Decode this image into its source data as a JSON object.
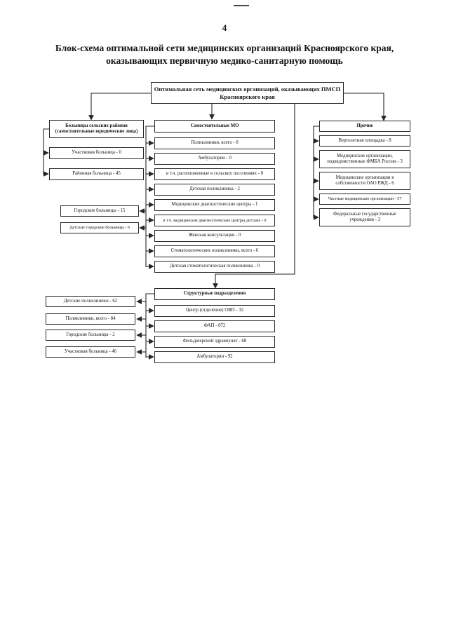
{
  "page": {
    "number": "4",
    "title_line1": "Блок-схема оптимальной сети медицинских организаций Красноярского края,",
    "title_line2": "оказывающих первичную медико-санитарную помощь"
  },
  "root": {
    "line1": "Оптимальная сеть медицинских организаций, оказывающих ПМСП",
    "line2": "Красноярского края"
  },
  "rural": {
    "header": "Больницы сельских районов (самостоятельные юридические лица)",
    "items": [
      "Участковая больница - 0",
      "Районная больница - 45"
    ]
  },
  "city": {
    "items": [
      "Городские больницы - 15",
      "Детские городские больницы - 6"
    ]
  },
  "independent": {
    "header": "Самостоятельные МО",
    "items": [
      "Поликлиники, всего - 8",
      "Амбулатории - 0",
      "в т.ч. расположенные в сельских поселениях - 0",
      "Детская поликлиника - 2",
      "Медицинские диагностические центры - 1",
      "в т.ч. медицинские диагностические центры детские - 0",
      "Женская консультация - 0",
      "Стоматологические поликлиники, всего - 6",
      "Детская стоматологическая поликлиника - 0"
    ]
  },
  "other": {
    "header": "Прочие",
    "items": [
      "Вертолетная площадка - 8",
      "Медицинские организации, подведомственные ФМБА России - 3",
      "Медицинские организации в собственности ОАО РЖД - 6",
      "Частные медицинские организации - 57",
      "Федеральные государственные учреждения - 3"
    ]
  },
  "structural": {
    "header": "Структурные подразделения",
    "items": [
      "Центр (отделение) ОВП - 32",
      "ФАП - 872",
      "Фельдшерский здравпункт - 68",
      "Амбулатории - 92"
    ]
  },
  "structural_left": {
    "items": [
      "Детские поликлиники - 62",
      "Поликлиники, всего - 84",
      "Городские больницы - 2",
      "Участковая больница - 46"
    ]
  }
}
